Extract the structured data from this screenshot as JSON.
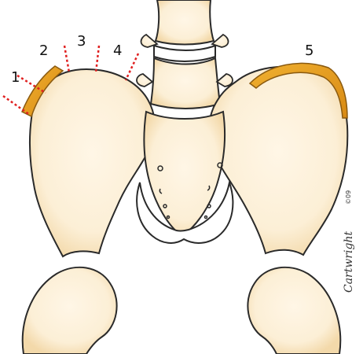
{
  "colors": {
    "bone": "#fcefd6",
    "bone_shadow": "#f3d9aa",
    "outline": "#2a2a2a",
    "cartilage": "#e8a21c",
    "cartilage_dark": "#b87410",
    "marker": "#e02020",
    "background": "#ffffff"
  },
  "labels": {
    "l1": "1",
    "l2": "2",
    "l3": "3",
    "l4": "4",
    "l5": "5"
  },
  "signature": {
    "text": "Cartwright",
    "mark": "©09"
  }
}
